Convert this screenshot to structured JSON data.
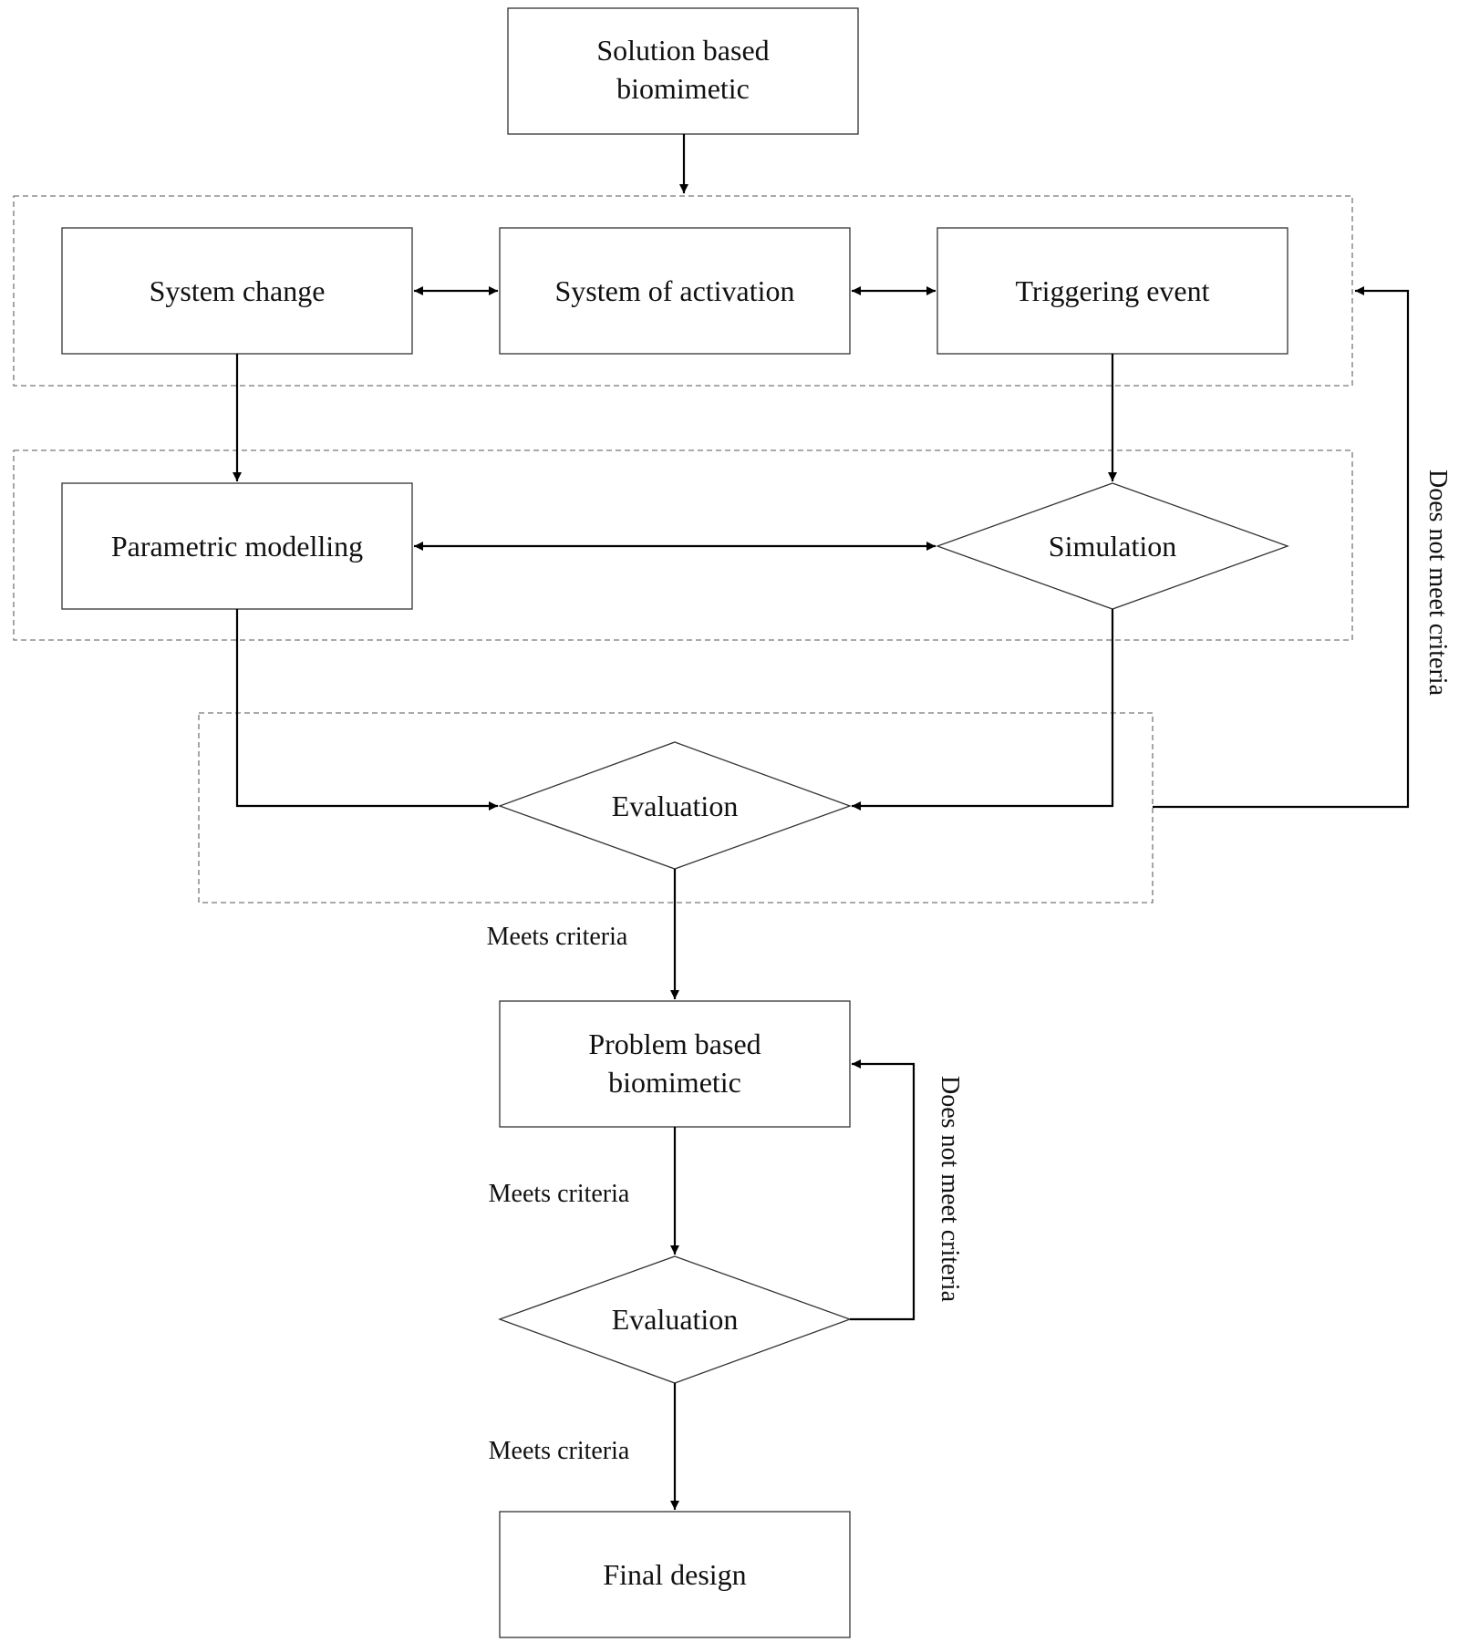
{
  "nodes": {
    "solution_based": {
      "line1": "Solution based",
      "line2": "biomimetic"
    },
    "system_change": {
      "label": "System change"
    },
    "system_activation": {
      "label": "System of activation"
    },
    "triggering_event": {
      "label": "Triggering event"
    },
    "parametric_modelling": {
      "label": "Parametric modelling"
    },
    "simulation": {
      "label": "Simulation"
    },
    "evaluation_1": {
      "label": "Evaluation"
    },
    "problem_based": {
      "line1": "Problem based",
      "line2": "biomimetic"
    },
    "evaluation_2": {
      "label": "Evaluation"
    },
    "final_design": {
      "label": "Final design"
    }
  },
  "edge_labels": {
    "meets_1": "Meets criteria",
    "meets_2": "Meets criteria",
    "meets_3": "Meets criteria",
    "not_meets_1": "Does not meet criteria",
    "not_meets_2": "Does not meet criteria"
  },
  "colors": {
    "stroke": "#333333",
    "arrow": "#000000",
    "dash": "#777777"
  }
}
